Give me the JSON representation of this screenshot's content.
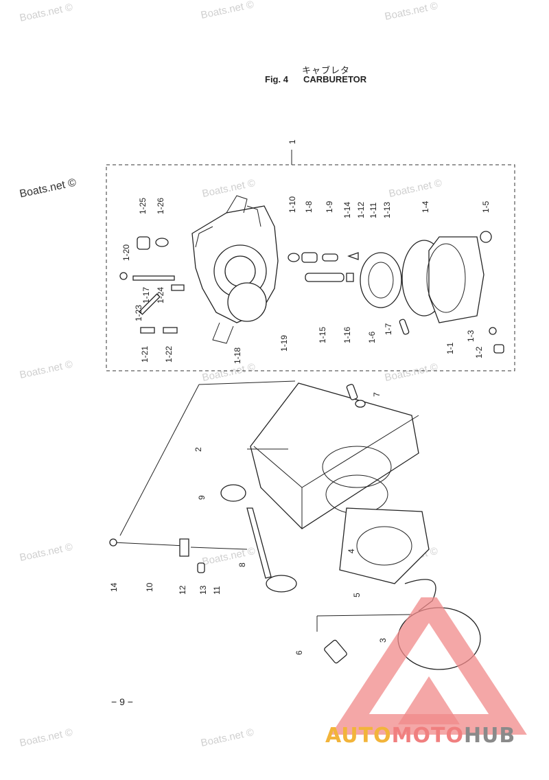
{
  "header": {
    "title_jp": "キャブレタ",
    "fig_number": "Fig. 4",
    "fig_title": "CARBURETOR"
  },
  "page_number": "− 9 −",
  "watermark": "Boats.net ©",
  "logo": {
    "text_auto": "AUTO",
    "text_moto": "MOTO",
    "text_hub": "HUB",
    "colors": {
      "triangle": "#f08a8a",
      "auto": "#f2b43a",
      "moto": "#f07f7f",
      "hub": "#8a8a8a"
    }
  },
  "parts": {
    "assembly": "1",
    "sub_labels": [
      "1-1",
      "1-2",
      "1-3",
      "1-4",
      "1-5",
      "1-6",
      "1-7",
      "1-8",
      "1-9",
      "1-10",
      "1-11",
      "1-12",
      "1-13",
      "1-14",
      "1-15",
      "1-16",
      "1-17",
      "1-18",
      "1-19",
      "1-20",
      "1-21",
      "1-22",
      "1-23",
      "1-24",
      "1-25",
      "1-26"
    ],
    "main_labels": [
      "2",
      "3",
      "4",
      "5",
      "6",
      "7",
      "8",
      "9",
      "10",
      "11",
      "12",
      "13",
      "14"
    ]
  }
}
